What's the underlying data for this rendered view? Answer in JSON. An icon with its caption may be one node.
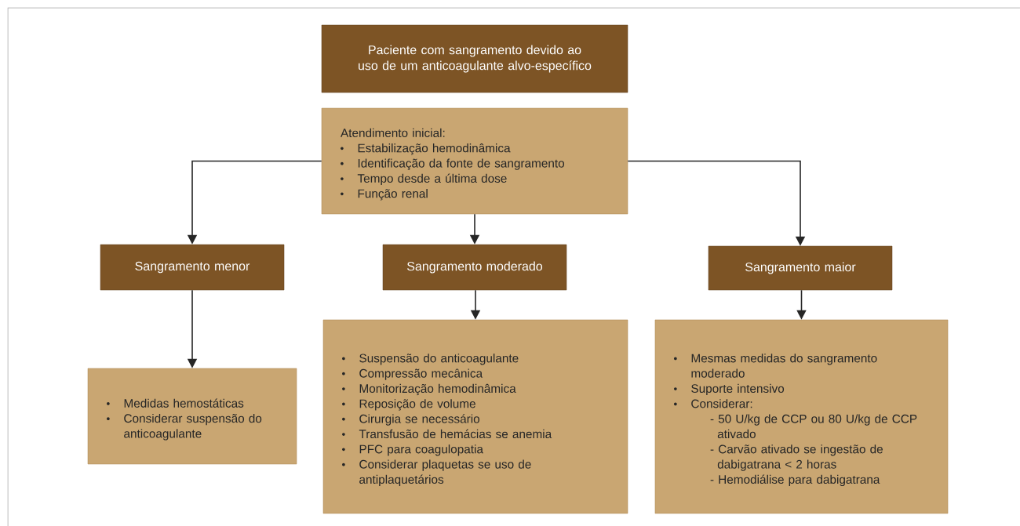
{
  "diagram": {
    "nodes": [
      {
        "text": [
          "Paciente com sangramento devido ao uso de um anticoagulante alvo-específico"
        ]
      },
      {
        "text": [
          "Atendimento inicial:",
          "Estabilização hemodinâmica",
          "Identificação da fonte de sangramento",
          "Tempo desde a última dose",
          "Função renal"
        ]
      },
      {
        "text": [
          "Sangramento menor"
        ]
      },
      {
        "text": [
          "Sangramento moderado"
        ]
      },
      {
        "text": [
          "Sangramento maior"
        ]
      },
      {
        "text": [
          "Medidas hemostáticas",
          "Considerar suspensão do anticoagulante"
        ]
      },
      {
        "text": [
          "Suspensão do anticoagulante",
          "Compressão mecânica",
          "Monitorização hemodinâmica",
          "Reposição de volume",
          "Cirurgia se necessário",
          "Transfusão de hemácias se anemia",
          "PFC para coagulopatia",
          "Considerar plaquetas se uso de antiplaquetários"
        ]
      },
      {
        "text": [
          "Mesmas medidas do sangramento moderado",
          "Suporte intensivo",
          "Considerar:",
          "- 50 U/kg de CCP ou 80 U/kg de CCP ativado",
          "- Carvão ativado se ingestão de dabigatrana < 2 horas",
          "- Hemodiálise para dabigatrana"
        ]
      }
    ],
    "edges": [
      {
        "from": 1,
        "to": 2,
        "arrow": "to"
      },
      {
        "from": 1,
        "to": 3,
        "arrow": "to"
      },
      {
        "from": 1,
        "to": 4,
        "arrow": "to"
      },
      {
        "from": 2,
        "to": 5,
        "arrow": "to"
      },
      {
        "from": 3,
        "to": 6,
        "arrow": "to"
      },
      {
        "from": 4,
        "to": 7,
        "arrow": "to"
      }
    ]
  }
}
